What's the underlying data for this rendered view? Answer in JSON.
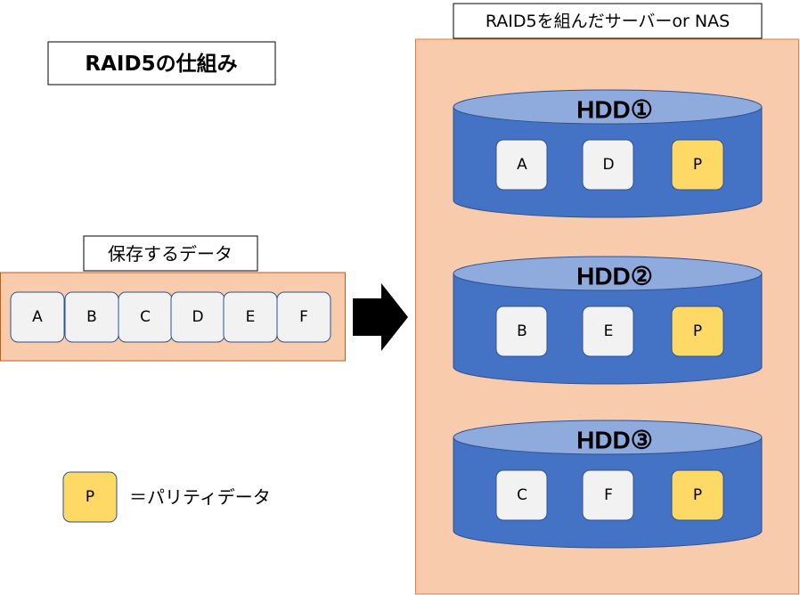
{
  "title": "RAID5の仕組み",
  "source_data": {
    "label": "保存するデータ",
    "blocks": [
      "A",
      "B",
      "C",
      "D",
      "E",
      "F"
    ]
  },
  "server": {
    "label": "RAID5を組んだサーバーor NAS",
    "drives": [
      {
        "name": "HDD①",
        "blocks": [
          "A",
          "D",
          "P"
        ]
      },
      {
        "name": "HDD②",
        "blocks": [
          "B",
          "E",
          "P"
        ]
      },
      {
        "name": "HDD③",
        "blocks": [
          "C",
          "F",
          "P"
        ]
      }
    ]
  },
  "legend": {
    "symbol": "P",
    "text": "＝パリティデータ"
  },
  "colors": {
    "panel_fill": "#f8cbad",
    "panel_border": "#ed7d31",
    "disk_body": "#4472c4",
    "disk_top": "#8faadc",
    "block_fill": "#f2f2f2",
    "parity_fill": "#ffd966"
  }
}
